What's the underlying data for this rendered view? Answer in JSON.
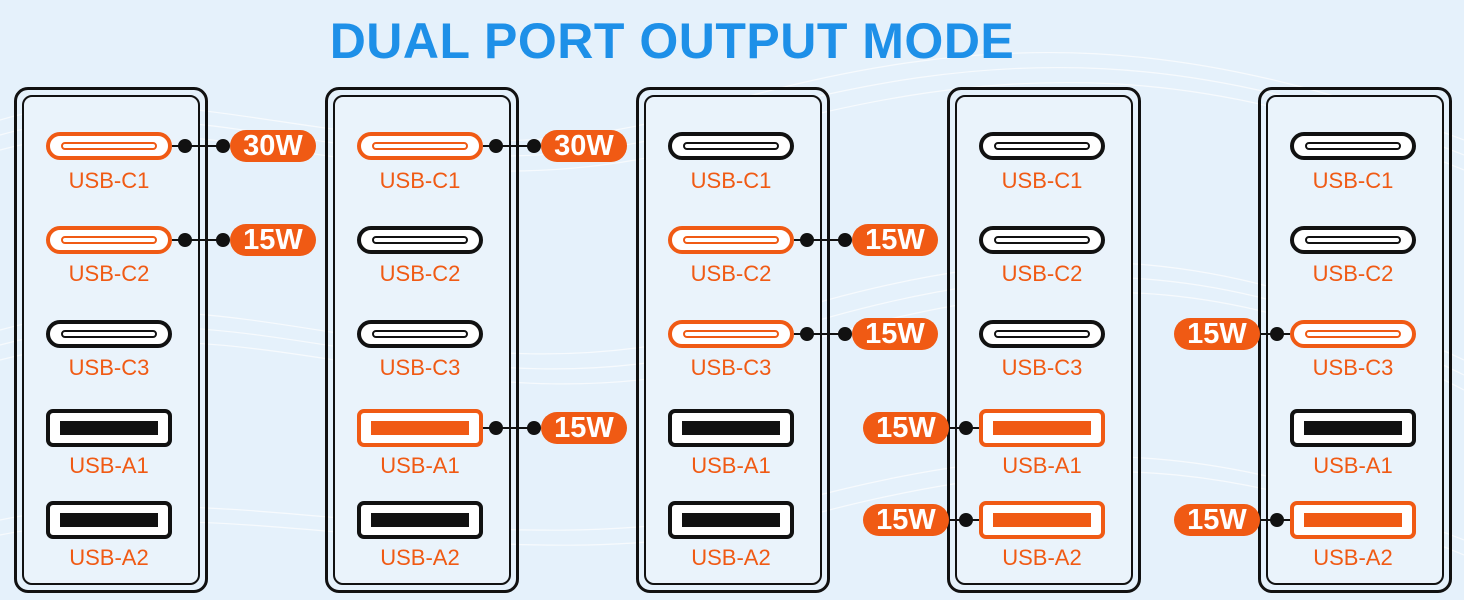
{
  "title": "DUAL PORT OUTPUT MODE",
  "colors": {
    "active": "#f05a14",
    "inactive": "#111111",
    "title": "#1e90e8",
    "background": "#e5f1fb"
  },
  "ports": [
    {
      "type": "c",
      "label": "USB-C1"
    },
    {
      "type": "c",
      "label": "USB-C2"
    },
    {
      "type": "c",
      "label": "USB-C3"
    },
    {
      "type": "a",
      "label": "USB-A1"
    },
    {
      "type": "a",
      "label": "USB-A2"
    }
  ],
  "configs": [
    {
      "active": [
        {
          "port": 0,
          "watts": "30W",
          "side": "right"
        },
        {
          "port": 1,
          "watts": "15W",
          "side": "right"
        }
      ]
    },
    {
      "active": [
        {
          "port": 0,
          "watts": "30W",
          "side": "right"
        },
        {
          "port": 3,
          "watts": "15W",
          "side": "right"
        }
      ]
    },
    {
      "active": [
        {
          "port": 1,
          "watts": "15W",
          "side": "right"
        },
        {
          "port": 2,
          "watts": "15W",
          "side": "right"
        }
      ]
    },
    {
      "active": [
        {
          "port": 3,
          "watts": "15W",
          "side": "left"
        },
        {
          "port": 4,
          "watts": "15W",
          "side": "left"
        }
      ]
    },
    {
      "active": [
        {
          "port": 2,
          "watts": "15W",
          "side": "left"
        },
        {
          "port": 4,
          "watts": "15W",
          "side": "left"
        }
      ]
    }
  ]
}
